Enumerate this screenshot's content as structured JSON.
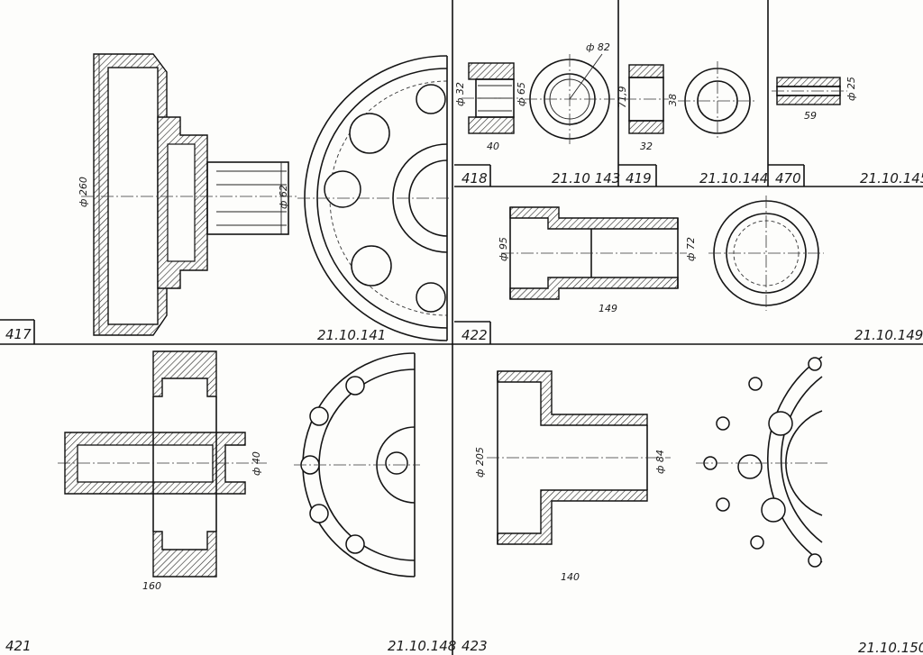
{
  "cells": [
    {
      "id": "417",
      "number": "417",
      "code": "21.10.141",
      "dims": [
        "ф 260",
        "ф 62"
      ]
    },
    {
      "id": "418",
      "number": "418",
      "code": "21.10 143",
      "dims": [
        "ф 32",
        "ф 65",
        "40",
        "ф 82"
      ]
    },
    {
      "id": "419",
      "number": "419",
      "code": "21.10.144",
      "dims": [
        "71,9",
        "38",
        "32"
      ]
    },
    {
      "id": "420",
      "number": "470",
      "code": "21.10.145",
      "dims": [
        "ф 25",
        "59"
      ]
    },
    {
      "id": "422",
      "number": "422",
      "code": "21.10.149",
      "dims": [
        "ф 95",
        "ф 72",
        "149"
      ]
    },
    {
      "id": "421",
      "number": "421",
      "code": "21.10.148",
      "dims": [
        "ф 40",
        "160"
      ]
    },
    {
      "id": "423",
      "number": "423",
      "code": "21.10.150",
      "dims": [
        "ф 205",
        "ф 84",
        "140"
      ]
    }
  ]
}
